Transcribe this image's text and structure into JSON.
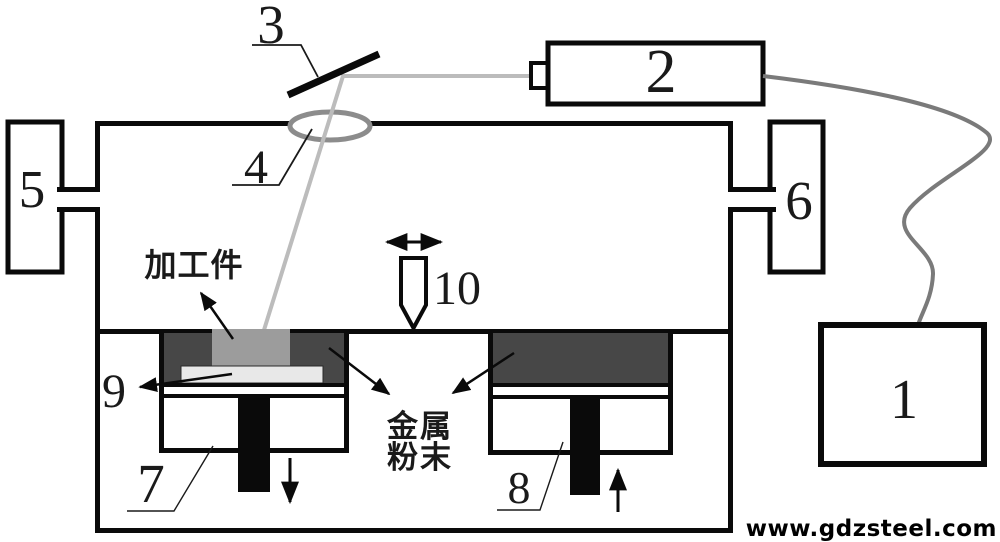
{
  "labels": {
    "n1": "1",
    "n2": "2",
    "n3": "3",
    "n4": "4",
    "n5": "5",
    "n6": "6",
    "n7": "7",
    "n8": "8",
    "n9": "9",
    "n10": "10",
    "workpiece": "加工件",
    "metal_powder_line1": "金属",
    "metal_powder_line2": "粉末"
  },
  "watermark": "www.gdzsteel.com",
  "colors": {
    "outline": "#0a0a0a",
    "powder_dark": "#474747",
    "workpiece": "#9c9c9c",
    "platform": "#e8e8e8",
    "beam": "#bcbcbc",
    "cable": "#7a7a7a",
    "lens_stroke": "#8c8c8c",
    "label": "#1a1a1a"
  }
}
